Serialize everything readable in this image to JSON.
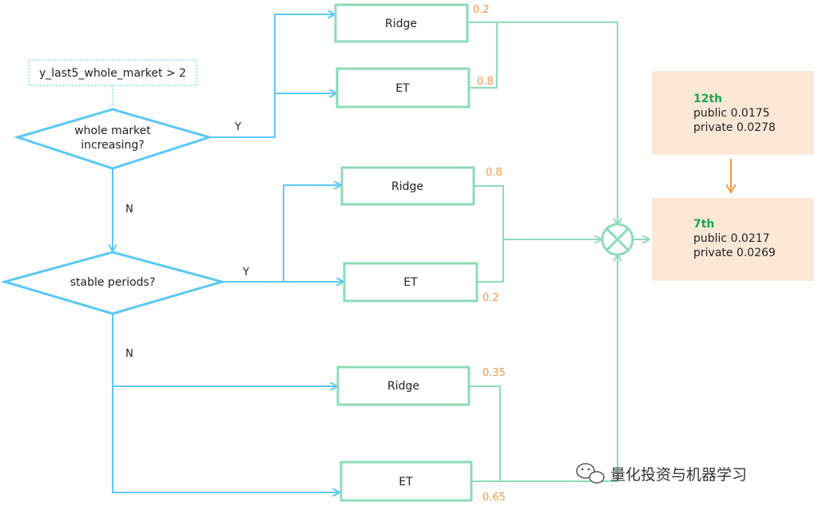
{
  "condition_label": "y_last5_whole_market > 2",
  "decisions": {
    "market": {
      "line1": "whole market",
      "line2": "increasing?"
    },
    "stable": {
      "line1": "stable periods?"
    }
  },
  "branch_labels": {
    "yes": "Y",
    "no": "N"
  },
  "groups": [
    {
      "models": [
        {
          "name": "Ridge",
          "weight": "0.2"
        },
        {
          "name": "ET",
          "weight": "0.8"
        }
      ]
    },
    {
      "models": [
        {
          "name": "Ridge",
          "weight": "0.8"
        },
        {
          "name": "ET",
          "weight": "0.2"
        }
      ]
    },
    {
      "models": [
        {
          "name": "Ridge",
          "weight": "0.35"
        },
        {
          "name": "ET",
          "weight": "0.65"
        }
      ]
    }
  ],
  "results": [
    {
      "rank": "12th",
      "public": "public 0.0175",
      "private": "private 0.0278"
    },
    {
      "rank": "7th",
      "public": "public 0.0217",
      "private": "private 0.0269"
    }
  ],
  "watermark": "量化投资与机器学习",
  "colors": {
    "flow": "#5bc8f5",
    "model": "#8edbb8",
    "weight": "#f2994a",
    "rank": "#1ca64c",
    "result_bg": "#fde8d8",
    "arrow": "#f2994a"
  }
}
